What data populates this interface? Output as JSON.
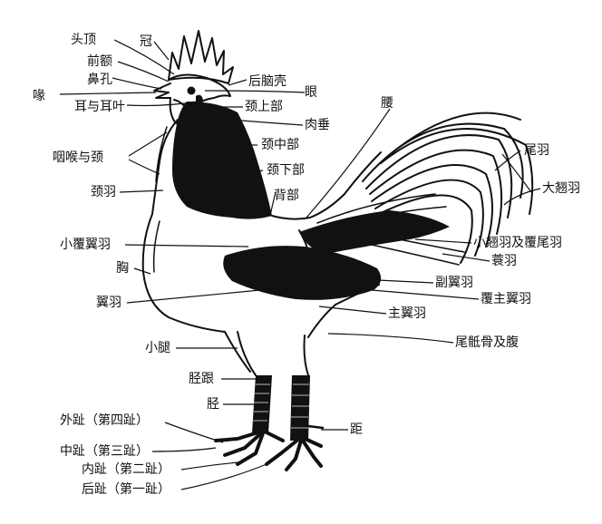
{
  "labels": {
    "head_top": "头顶",
    "comb": "冠",
    "forehead": "前额",
    "nostril": "鼻孔",
    "beak": "喙",
    "ear_earlobe": "耳与耳叶",
    "back_skull": "后脑壳",
    "eye": "眼",
    "neck_upper": "颈上部",
    "wattle": "肉垂",
    "neck_middle": "颈中部",
    "throat_neck": "咽喉与颈",
    "neck_lower": "颈下部",
    "neck_feather": "颈羽",
    "back": "背部",
    "saddle": "腰",
    "tail_feather": "尾羽",
    "sickle": "大翘羽",
    "lesser_sickle_tail_coverts": "小翘羽及覆尾羽",
    "lesser_wing_coverts": "小覆翼羽",
    "saddle_hackle": "蓑羽",
    "breast": "胸",
    "secondaries": "副翼羽",
    "wing_feather": "翼羽",
    "primary_coverts": "覆主翼羽",
    "primaries": "主翼羽",
    "thigh": "小腿",
    "fluff_abdomen": "尾骶骨及腹",
    "hock": "胫跟",
    "shank": "胫",
    "spur": "距",
    "outer_toe": "外趾（第四趾）",
    "middle_toe": "中趾（第三趾）",
    "inner_toe": "内趾（第二趾）",
    "back_toe": "后趾（第一趾）"
  },
  "colors": {
    "ink": "#111111",
    "background": "#ffffff"
  }
}
